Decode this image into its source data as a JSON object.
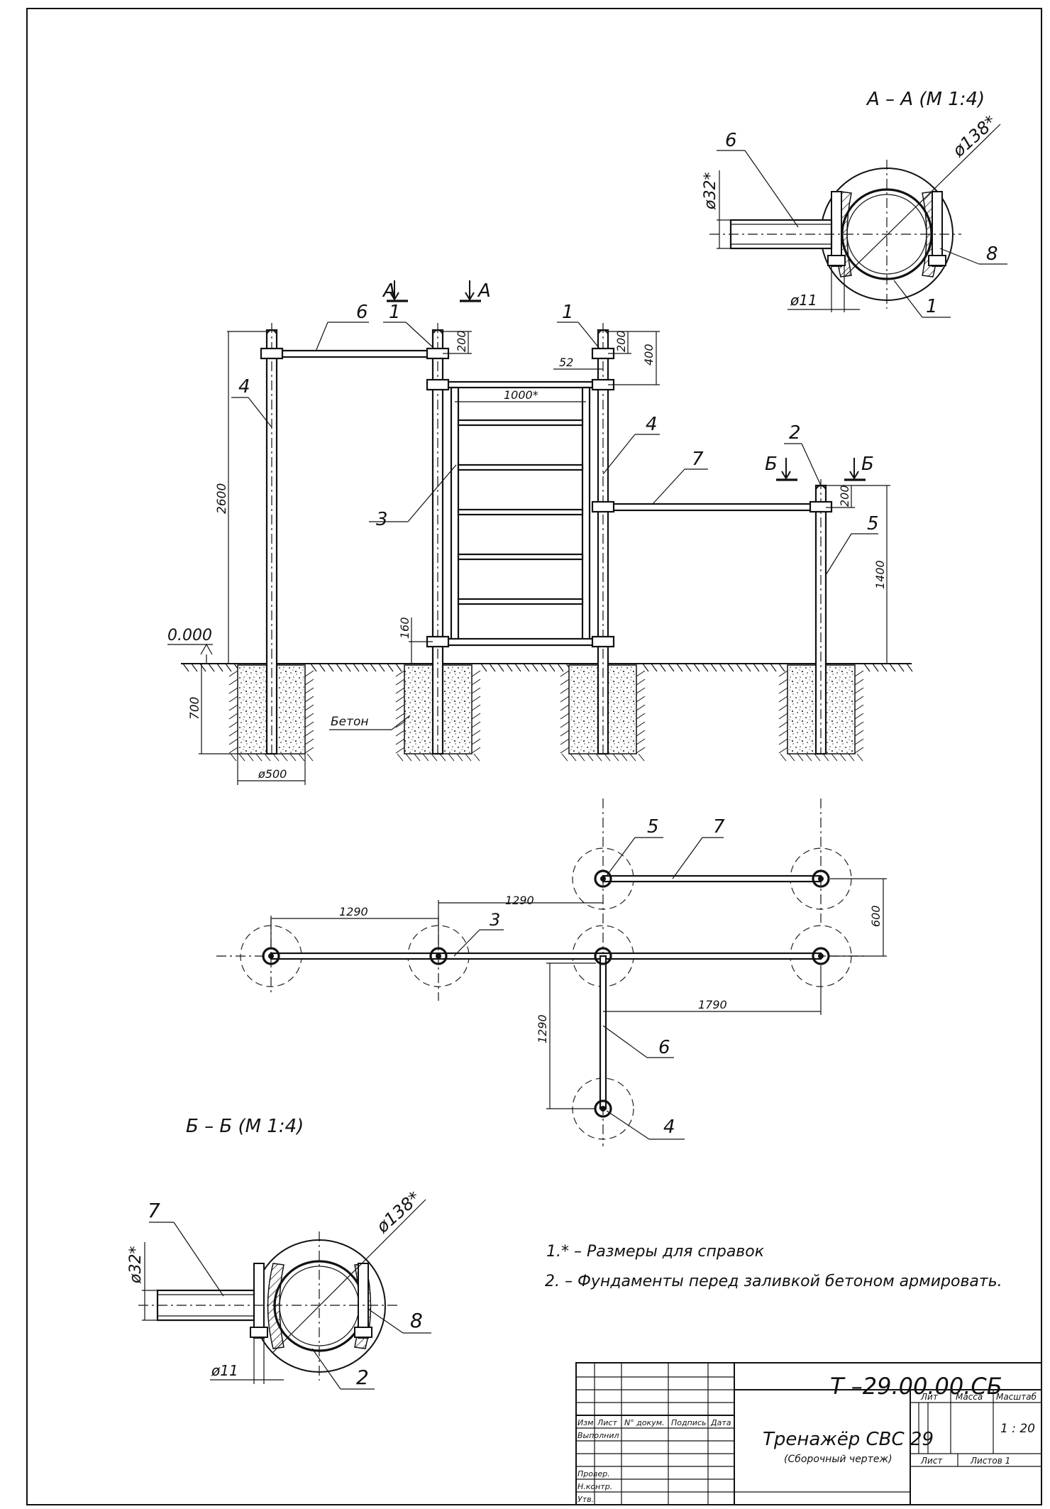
{
  "section_a": {
    "title": "А – А (М 1:4)",
    "dia_outer": "ø138*",
    "dia_pipe": "ø32*",
    "dia_bolt": "ø11",
    "callouts": [
      "6",
      "8",
      "1"
    ]
  },
  "elevation": {
    "cut_a_left": "А",
    "cut_a_right": "А",
    "cut_b_left": "Б",
    "cut_b_right": "Б",
    "level": "0.000",
    "concrete_label": "Бетон",
    "dims": {
      "h_total": "2600",
      "depth": "700",
      "hole_dia": "ø500",
      "top_offset_1": "200",
      "top_offset_2": "200",
      "offset_400": "400",
      "offset_52": "52",
      "width_1000": "1000*",
      "offset_b": "200",
      "h_1400": "1400",
      "bottom_160": "160"
    },
    "callouts": [
      "6",
      "1",
      "1",
      "4",
      "4",
      "3",
      "7",
      "2",
      "5"
    ]
  },
  "plan": {
    "dims": {
      "d1": "1290",
      "d2": "1290",
      "d3": "1290",
      "d4": "1790",
      "d5": "600"
    },
    "callouts": [
      "5",
      "7",
      "3",
      "6",
      "4"
    ]
  },
  "section_b": {
    "title": "Б – Б (М 1:4)",
    "dia_outer": "ø138*",
    "dia_pipe": "ø32*",
    "dia_bolt": "ø11",
    "callouts": [
      "7",
      "8",
      "2"
    ]
  },
  "notes": [
    "1.* – Размеры для справок",
    "2. – Фундаменты перед заливкой бетоном армировать."
  ],
  "title_block": {
    "doc_code": "Т –29.00.00.СБ",
    "product_name": "Тренажёр СВС 29",
    "drawing_type": "(Сборочный чертеж)",
    "col_headers": [
      "Изм",
      "Лист",
      "N° докум.",
      "Подпись",
      "Дата"
    ],
    "rows": [
      "Выполнил",
      "Провер.",
      "Н.контр.",
      "Утв."
    ],
    "lit_label": "Лит",
    "mass_label": "Масса",
    "scale_label": "Масштаб",
    "scale_value": "1 : 20",
    "sheet_label": "Лист",
    "sheets_label": "Листов 1"
  }
}
